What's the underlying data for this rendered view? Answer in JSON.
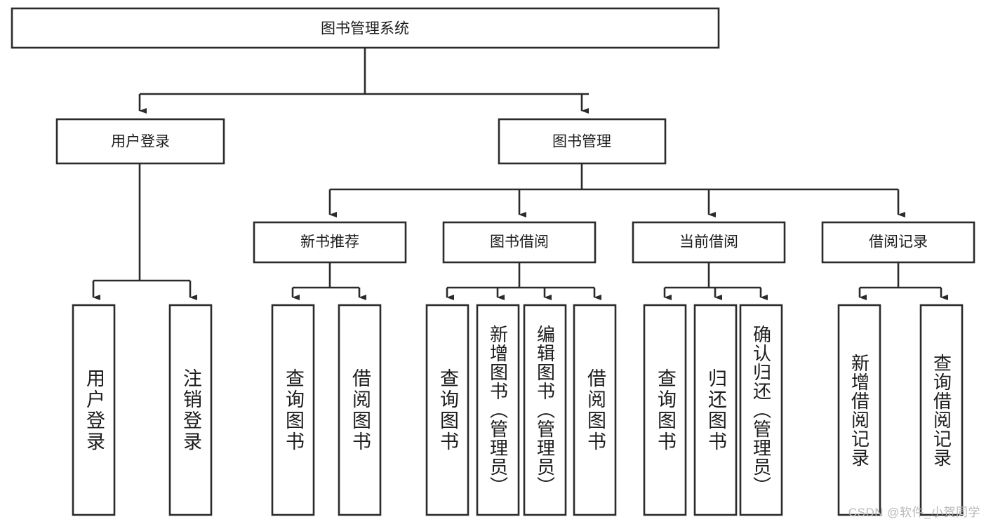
{
  "diagram": {
    "type": "tree-hierarchy-chart",
    "title": "图书管理系统",
    "watermark": "CSDN @软件_小贺同学",
    "colors": {
      "background": "#ffffff",
      "box_stroke": "#2b2b2b",
      "box_fill": "#ffffff",
      "text": "#1c1c1c",
      "watermark": "#b9b9b9"
    },
    "levels": {
      "root": {
        "label": "图书管理系统"
      },
      "level2": [
        {
          "label": "用户登录"
        },
        {
          "label": "图书管理"
        }
      ],
      "level3": [
        {
          "label": "新书推荐"
        },
        {
          "label": "图书借阅"
        },
        {
          "label": "当前借阅"
        },
        {
          "label": "借阅记录"
        }
      ],
      "leaves": {
        "user_login": [
          {
            "label": "用户登录"
          },
          {
            "label": "注销登录"
          }
        ],
        "new_book_recommend": [
          {
            "label": "查询图书"
          },
          {
            "label": "借阅图书"
          }
        ],
        "book_borrow": [
          {
            "label": "查询图书"
          },
          {
            "label": "新增图书（管理员）"
          },
          {
            "label": "编辑图书（管理员）"
          },
          {
            "label": "借阅图书"
          }
        ],
        "current_borrow": [
          {
            "label": "查询图书"
          },
          {
            "label": "归还图书"
          },
          {
            "label": "确认归还（管理员）"
          }
        ],
        "borrow_record": [
          {
            "label": "新增借阅记录"
          },
          {
            "label": "查询借阅记录"
          }
        ]
      }
    }
  }
}
